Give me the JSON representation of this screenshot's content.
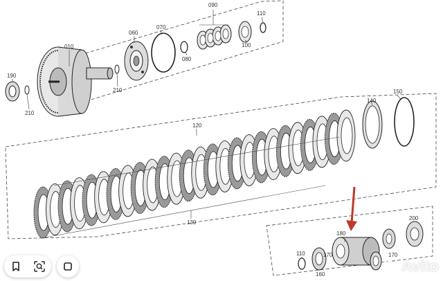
{
  "labels": {
    "p010": "010",
    "p060": "060",
    "p070": "070",
    "p080": "080",
    "p090": "090",
    "p100": "100",
    "p110_top": "110",
    "p110_bottom": "110",
    "p120": "120",
    "p130": "130",
    "p140": "140",
    "p150": "150",
    "p160": "160",
    "p170_a": "170",
    "p170_b": "170",
    "p180": "180",
    "p190": "190",
    "p200": "200",
    "p210_a": "210",
    "p210_b": "210"
  },
  "toolbar": {
    "bookmark": "bookmark-icon",
    "lens_search": "lens-search-icon",
    "more": "more-icon"
  },
  "watermark": {
    "text": "Avito"
  },
  "colors": {
    "line": "#333333",
    "arrow": "#c0392b",
    "dash": "#444444"
  }
}
